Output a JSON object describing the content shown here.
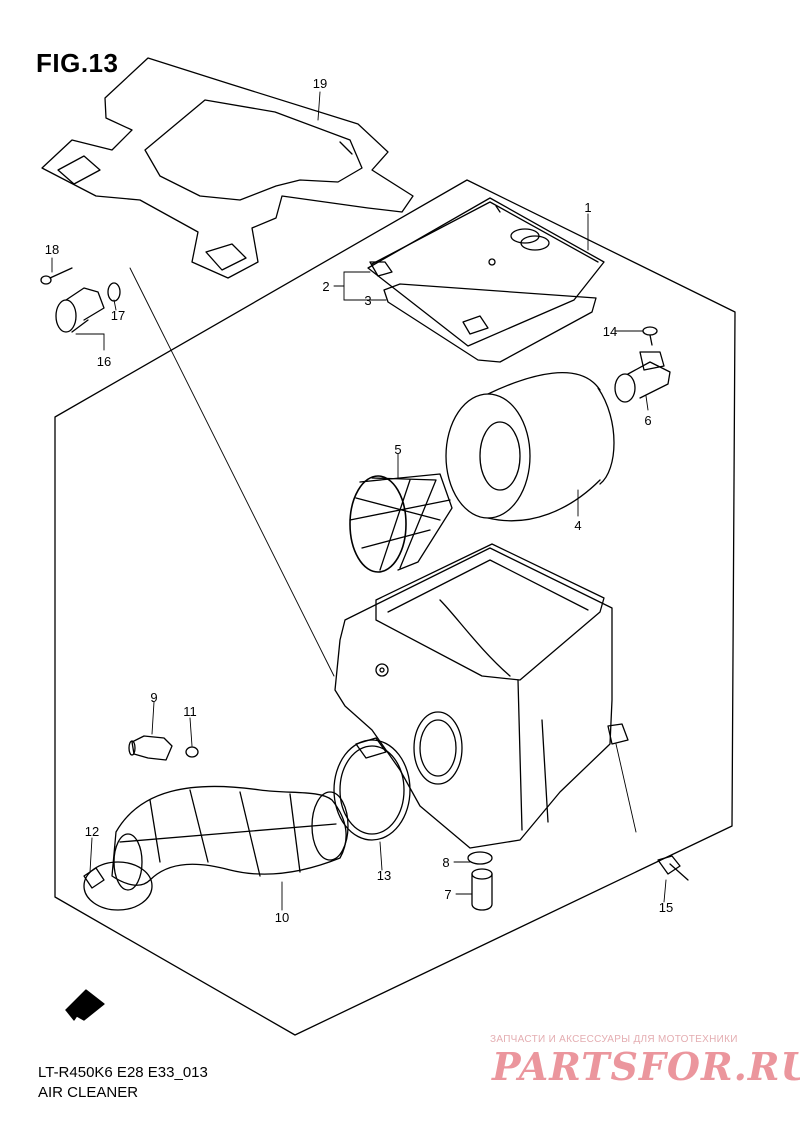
{
  "figure": {
    "title": "FIG.13",
    "model_code": "LT-R450K6 E28 E33_013",
    "section_name": "AIR CLEANER"
  },
  "watermark": {
    "tagline": "ЗАПЧАСТИ И АКСЕССУАРЫ ДЛЯ МОТОТЕХНИКИ",
    "brand": "PARTSFOR.RU",
    "color": "#e98b93"
  },
  "direction_marker": {
    "label": "FWD",
    "icon": "forward-arrow-icon"
  },
  "callouts": {
    "c1": "1",
    "c2": "2",
    "c3": "3",
    "c4": "4",
    "c5": "5",
    "c6": "6",
    "c7": "7",
    "c8": "8",
    "c9": "9",
    "c10": "10",
    "c11": "11",
    "c12": "12",
    "c13": "13",
    "c14": "14",
    "c15": "15",
    "c16": "16",
    "c17": "17",
    "c18": "18",
    "c19": "19"
  }
}
